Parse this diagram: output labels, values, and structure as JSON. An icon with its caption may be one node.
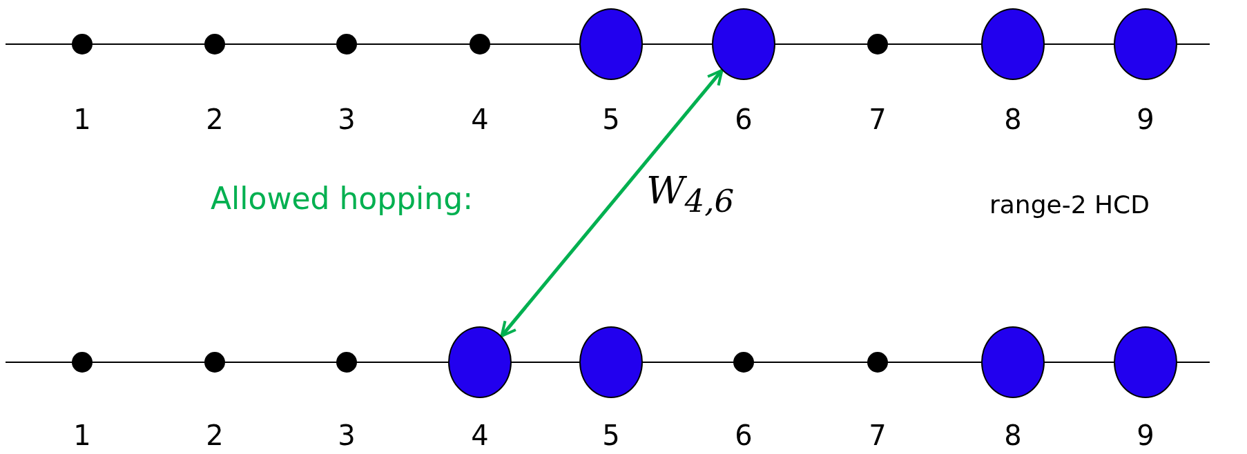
{
  "diagram": {
    "nodes": [
      {
        "text": [],
        "shape": "dot",
        "beside": [
          "1"
        ]
      },
      {
        "text": [],
        "shape": "dot",
        "beside": [
          "2"
        ]
      },
      {
        "text": [],
        "shape": "dot",
        "beside": [
          "3"
        ]
      },
      {
        "text": [],
        "shape": "dot",
        "beside": [
          "4"
        ]
      },
      {
        "text": [],
        "shape": "circle",
        "beside": [
          "5"
        ]
      },
      {
        "text": [],
        "shape": "circle",
        "beside": [
          "6"
        ]
      },
      {
        "text": [],
        "shape": "dot",
        "beside": [
          "7"
        ]
      },
      {
        "text": [],
        "shape": "circle",
        "beside": [
          "8"
        ]
      },
      {
        "text": [],
        "shape": "circle",
        "beside": [
          "9"
        ]
      },
      {
        "text": [],
        "shape": "dot",
        "beside": [
          "1"
        ]
      },
      {
        "text": [],
        "shape": "dot",
        "beside": [
          "2"
        ]
      },
      {
        "text": [],
        "shape": "dot",
        "beside": [
          "3"
        ]
      },
      {
        "text": [],
        "shape": "circle",
        "beside": [
          "4"
        ]
      },
      {
        "text": [],
        "shape": "circle",
        "beside": [
          "5"
        ]
      },
      {
        "text": [],
        "shape": "dot",
        "beside": [
          "6"
        ]
      },
      {
        "text": [],
        "shape": "dot",
        "beside": [
          "7"
        ]
      },
      {
        "text": [],
        "shape": "circle",
        "beside": [
          "8"
        ]
      },
      {
        "text": [],
        "shape": "circle",
        "beside": [
          "9"
        ]
      }
    ],
    "edges": [
      {
        "from": 12,
        "to": 5,
        "arrow": "both",
        "label": "W$_{4,6}$",
        "color": "#00b050"
      }
    ],
    "labels": [
      "Allowed hopping:",
      "range-2 HCD"
    ]
  }
}
